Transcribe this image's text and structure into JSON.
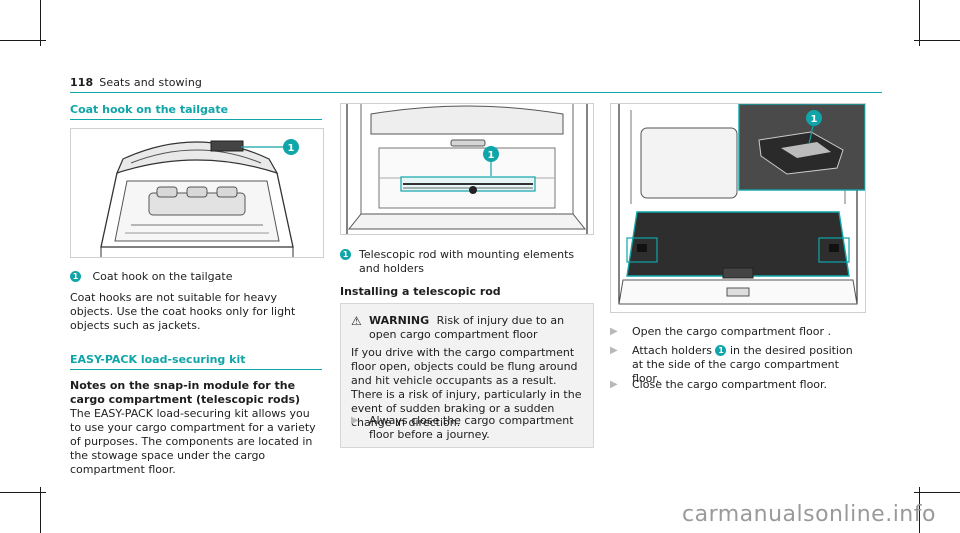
{
  "header": {
    "page_number": "118",
    "section": "Seats and stowing"
  },
  "left": {
    "heading": "Coat hook on the tailgate",
    "caption_badge": "1",
    "caption": "Coat hook on the tailgate",
    "para": "Coat hooks are not suitable for heavy objects. Use the coat hooks only for light objects such as jackets.",
    "heading2": "EASY-PACK load-securing kit",
    "notes_title": "Notes on the snap-in module for the cargo compartment (telescopic rods)",
    "notes_body": "The EASY-PACK load-securing kit allows you to use your cargo compartment for a variety of purposes. The components are located in the stowage space under the cargo compartment floor."
  },
  "middle": {
    "caption_badge": "1",
    "caption": "Telescopic rod with mounting elements and holders",
    "installing_title": "Installing a telescopic rod",
    "warning": {
      "label": "WARNING",
      "summary": "Risk of injury due to an open cargo compartment floor",
      "body": "If you drive with the cargo compartment floor open, objects could be flung around and hit vehicle occupants as a result. There is a risk of injury, particularly in the event of sudden braking or a sudden change in direction.",
      "step": "Always close the cargo compartment floor before a journey."
    }
  },
  "right": {
    "callout_badge": "1",
    "step1": "Open the cargo compartment floor .",
    "step2_a": "Attach holders",
    "step2_badge": "1",
    "step2_b": "in the desired position at the side of the cargo compartment floor.",
    "step3": "Close the cargo compartment floor."
  },
  "figure_badges": {
    "fig1": "1",
    "fig2": "1",
    "fig3": "1"
  },
  "watermark": "carmanualsonline.info",
  "colors": {
    "accent": "#0fa5a9",
    "text": "#1e1e1e",
    "box": "#f2f2f2"
  }
}
